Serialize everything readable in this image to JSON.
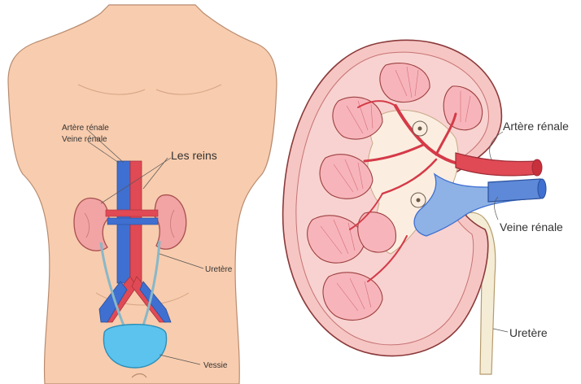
{
  "labels": {
    "body_artery": "Artère rénale",
    "body_vein": "Veine rénale",
    "kidneys": "Les reins",
    "body_ureter": "Uretère",
    "bladder": "Vessie",
    "section_artery": "Artère rénale",
    "section_vein": "Veine rénale",
    "section_ureter": "Uretère"
  },
  "colors": {
    "skin": "#f8ccae",
    "skin_outline": "#b98c70",
    "kidney": "#f2a3a3",
    "kidney_outline": "#a75050",
    "artery": "#e04a55",
    "vein": "#3f6fd0",
    "bladder": "#5cc3ee",
    "cortex": "#f6c6c4",
    "pyramid": "#f7b5bb",
    "sinus": "#fbeee0",
    "ureter_section": "#f5ecd6",
    "section_vein": "#8eb2e6"
  }
}
